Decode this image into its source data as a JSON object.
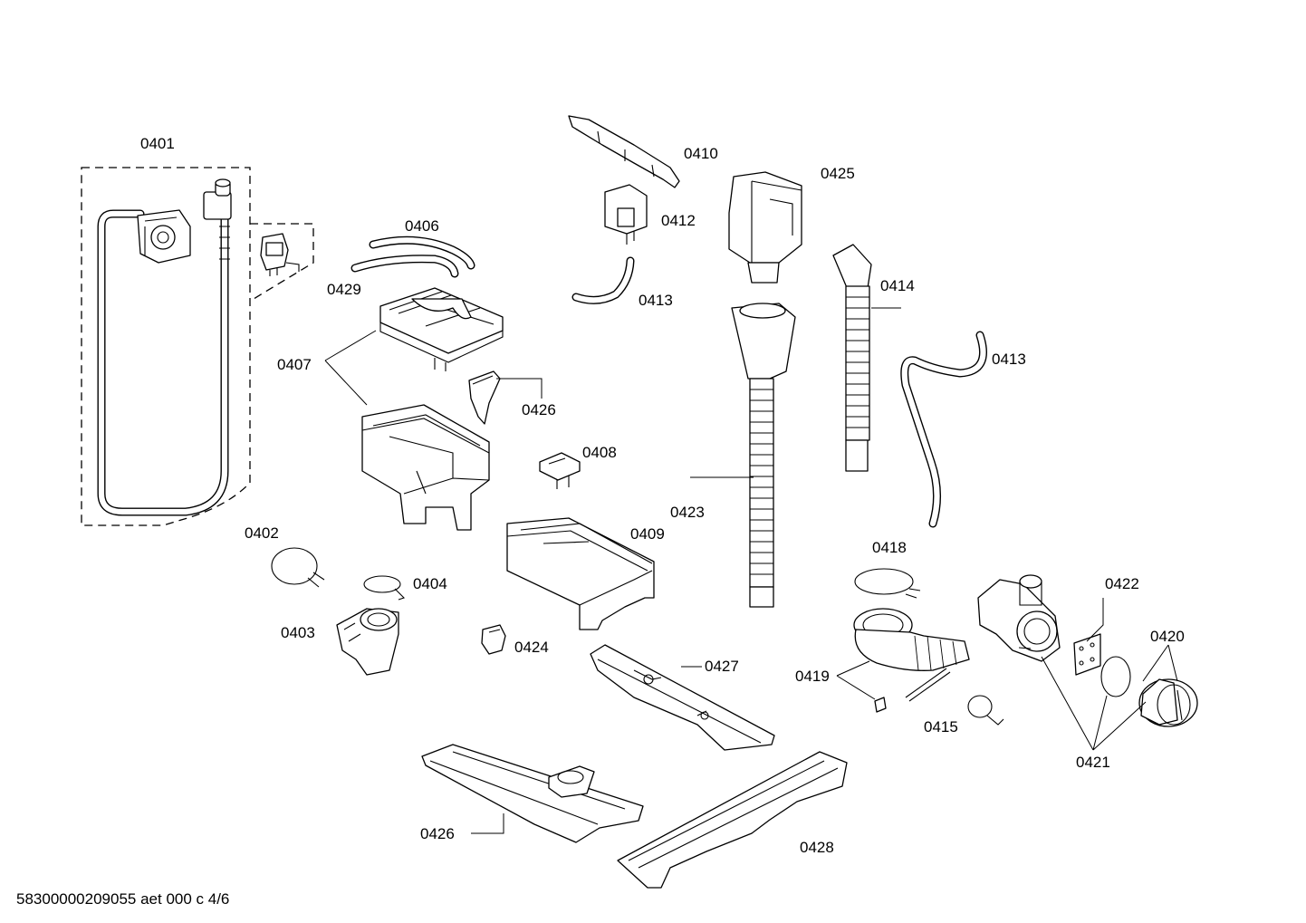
{
  "diagram": {
    "labels": [
      {
        "id": "0401",
        "text": "0401"
      },
      {
        "id": "0402",
        "text": "0402"
      },
      {
        "id": "0403",
        "text": "0403"
      },
      {
        "id": "0404",
        "text": "0404"
      },
      {
        "id": "0406",
        "text": "0406"
      },
      {
        "id": "0407",
        "text": "0407"
      },
      {
        "id": "0408",
        "text": "0408"
      },
      {
        "id": "0409",
        "text": "0409"
      },
      {
        "id": "0410",
        "text": "0410"
      },
      {
        "id": "0412",
        "text": "0412"
      },
      {
        "id": "0413a",
        "text": "0413"
      },
      {
        "id": "0413b",
        "text": "0413"
      },
      {
        "id": "0414",
        "text": "0414"
      },
      {
        "id": "0415",
        "text": "0415"
      },
      {
        "id": "0418",
        "text": "0418"
      },
      {
        "id": "0419",
        "text": "0419"
      },
      {
        "id": "0420",
        "text": "0420"
      },
      {
        "id": "0421",
        "text": "0421"
      },
      {
        "id": "0422",
        "text": "0422"
      },
      {
        "id": "0423",
        "text": "0423"
      },
      {
        "id": "0424",
        "text": "0424"
      },
      {
        "id": "0425",
        "text": "0425"
      },
      {
        "id": "0426a",
        "text": "0426"
      },
      {
        "id": "0426b",
        "text": "0426"
      },
      {
        "id": "0427",
        "text": "0427"
      },
      {
        "id": "0428",
        "text": "0428"
      },
      {
        "id": "0429",
        "text": "0429"
      }
    ],
    "footer": "58300000209055 aet 000 c 4/6"
  }
}
